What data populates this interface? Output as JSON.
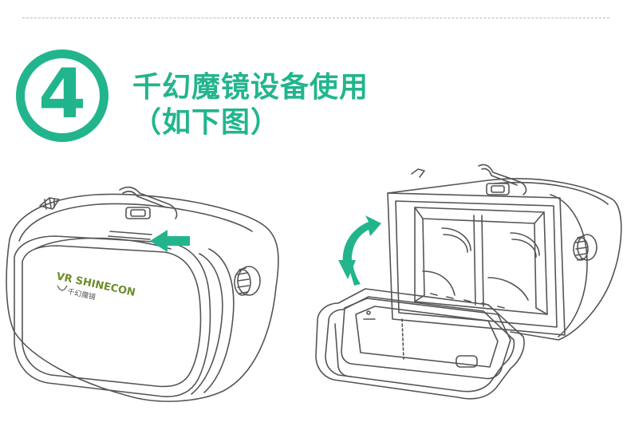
{
  "step": {
    "number": "4"
  },
  "title": {
    "line1": "千幻魔镜设备使用",
    "line2": "（如下图）"
  },
  "device": {
    "brand": "VR SHINECON",
    "brand_sub": "千幻魔镜"
  },
  "colors": {
    "accent": "#22b58d",
    "line": "#555555",
    "dash": "#b8b8b8"
  },
  "icons": {
    "slide_arrow": "arrow-left-icon",
    "rotate_arrow": "rotate-arrow-icon"
  }
}
